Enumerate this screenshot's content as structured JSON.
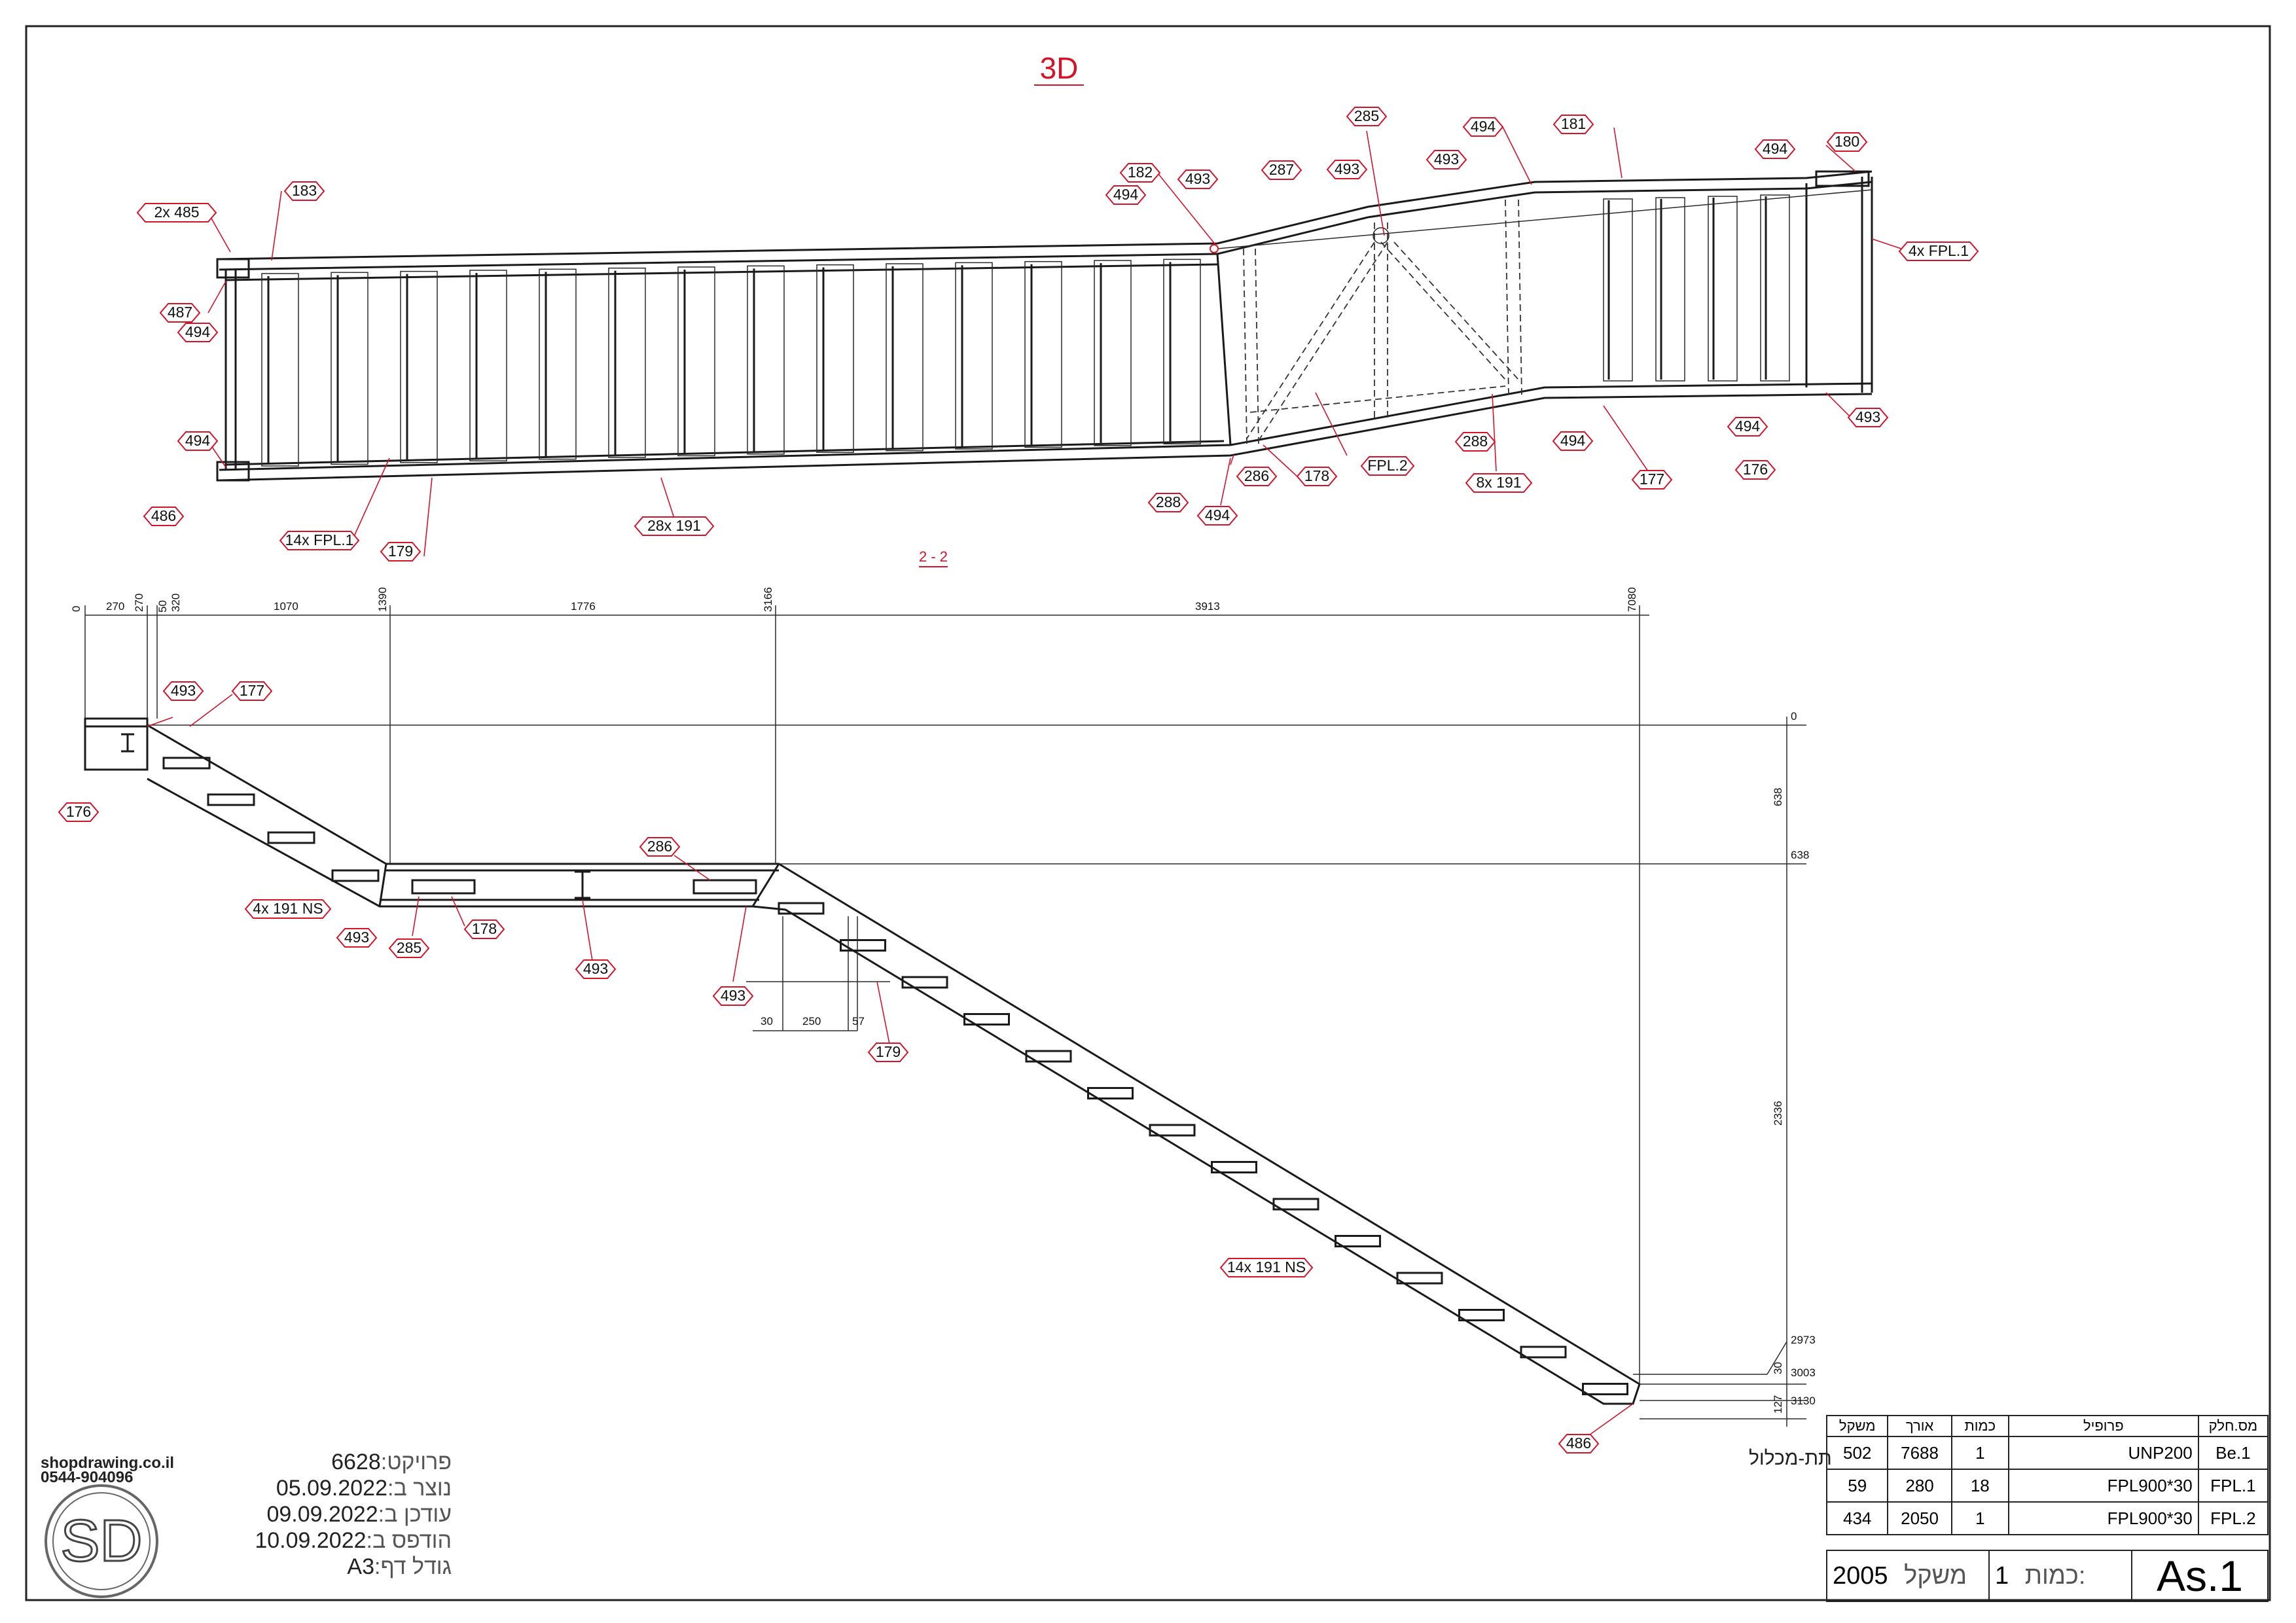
{
  "titles": {
    "view_3d": "3D",
    "section": "2 - 2"
  },
  "callouts_3d": [
    {
      "text": "2x 485"
    },
    {
      "text": "183"
    },
    {
      "text": "487"
    },
    {
      "text": "494"
    },
    {
      "text": "494"
    },
    {
      "text": "486"
    },
    {
      "text": "14x FPL.1"
    },
    {
      "text": "179"
    },
    {
      "text": "28x 191"
    },
    {
      "text": "182"
    },
    {
      "text": "493"
    },
    {
      "text": "494"
    },
    {
      "text": "287"
    },
    {
      "text": "493"
    },
    {
      "text": "285"
    },
    {
      "text": "493"
    },
    {
      "text": "494"
    },
    {
      "text": "181"
    },
    {
      "text": "494"
    },
    {
      "text": "180"
    },
    {
      "text": "4x FPL.1"
    },
    {
      "text": "493"
    },
    {
      "text": "494"
    },
    {
      "text": "176"
    },
    {
      "text": "177"
    },
    {
      "text": "494"
    },
    {
      "text": "8x 191"
    },
    {
      "text": "288"
    },
    {
      "text": "FPL.2"
    },
    {
      "text": "178"
    },
    {
      "text": "286"
    },
    {
      "text": "288"
    },
    {
      "text": "494"
    }
  ],
  "callouts_section": [
    {
      "text": "493"
    },
    {
      "text": "177"
    },
    {
      "text": "176"
    },
    {
      "text": "286"
    },
    {
      "text": "4x 191 NS"
    },
    {
      "text": "493"
    },
    {
      "text": "285"
    },
    {
      "text": "178"
    },
    {
      "text": "493"
    },
    {
      "text": "493"
    },
    {
      "text": "179"
    },
    {
      "text": "14x 191 NS"
    },
    {
      "text": "486"
    }
  ],
  "dimensions": {
    "top_cumulative": [
      "0",
      "270",
      "320",
      "1390",
      "3166",
      "7080"
    ],
    "top_segments": [
      "270",
      "50",
      "1070",
      "1776",
      "3913"
    ],
    "elevations": [
      "0",
      "638",
      "2973",
      "3003",
      "3130"
    ],
    "vertical_segments": [
      "638",
      "2336",
      "30",
      "127"
    ],
    "step_detail": [
      "30",
      "250",
      "57"
    ]
  },
  "parts_table": {
    "headers": [
      "משקל",
      "אורך",
      "כמות",
      "פרופיל",
      "מס.חלק"
    ],
    "rows": [
      {
        "weight": "502",
        "length": "7688",
        "qty": "1",
        "profile": "UNP200",
        "part": "Be.1"
      },
      {
        "weight": "59",
        "length": "280",
        "qty": "18",
        "profile": "FPL900*30",
        "part": "FPL.1"
      },
      {
        "weight": "434",
        "length": "2050",
        "qty": "1",
        "profile": "FPL900*30",
        "part": "FPL.2"
      }
    ],
    "subassembly_label": "תת-מכלול"
  },
  "title_block": {
    "total_weight_value": "2005",
    "total_weight_label": "משקל",
    "quantity_value": "1",
    "quantity_label": "כמות:",
    "assembly_id": "As.1"
  },
  "project_info": {
    "project_value": "6628",
    "project_label": ":פרויקט",
    "created_value": "05.09.2022",
    "created_label": ":נוצר ב",
    "updated_value": "09.09.2022",
    "updated_label": ":עודכן ב",
    "printed_value": "10.09.2022",
    "printed_label": ":הודפס ב",
    "paper_value": "A3",
    "paper_label": ":גודל דף"
  },
  "company": {
    "website": "shopdrawing.co.il",
    "phone": "0544-904096",
    "logo_text": "SD"
  },
  "colors": {
    "callout": "#d2142a",
    "line": "#1a1a1a"
  }
}
